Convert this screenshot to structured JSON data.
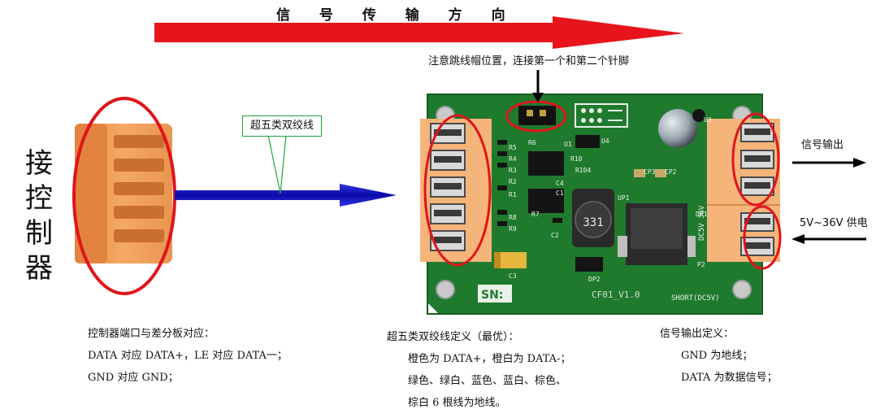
{
  "diagram": {
    "title": "信 号 传 输 方 向",
    "left_device_label": [
      "接",
      "控",
      "制",
      "器"
    ],
    "cable_callout": "超五类双绞线",
    "jumper_note": "注意跳线帽位置，连接第一个和第二个针脚",
    "signal_out_label": "信号输出",
    "power_in_label": "5V~36V 供电",
    "board": {
      "sn_label": "SN:",
      "silkscreen_version": "CF01_V1.0",
      "short_label": "SHORT(DC5V)",
      "side_text": "DC5V 36V",
      "inductor_text": "331",
      "components": [
        "R5",
        "R4",
        "R3",
        "R2",
        "R1",
        "R8",
        "R9",
        "R6",
        "R7",
        "U1",
        "U4",
        "U3",
        "C4",
        "C1",
        "C2",
        "C3",
        "CP3",
        "CP2",
        "DP1",
        "DP2",
        "UP1",
        "P2",
        "R10",
        "R104"
      ]
    },
    "colors": {
      "top_arrow": "#e8141b",
      "signal_arrow": "#1818c8",
      "pcb": "#1f7a2e",
      "connector": "#f2a860",
      "highlight": "#e0141c"
    }
  },
  "notes": {
    "left": {
      "heading": "控制器端口与差分板对应：",
      "lines": [
        "DATA 对应 DATA+，LE 对应 DATA一；",
        "GND 对应 GND；"
      ]
    },
    "middle": {
      "heading": "超五类双绞线定义（最优）：",
      "lines": [
        "橙色为 DATA+，橙白为 DATA-；",
        "绿色、绿白、蓝色、蓝白、棕色、",
        "棕白 6 根线为地线。"
      ]
    },
    "right": {
      "heading": "信号输出定义：",
      "lines": [
        "GND 为地线；",
        "DATA 为数据信号；"
      ]
    }
  }
}
